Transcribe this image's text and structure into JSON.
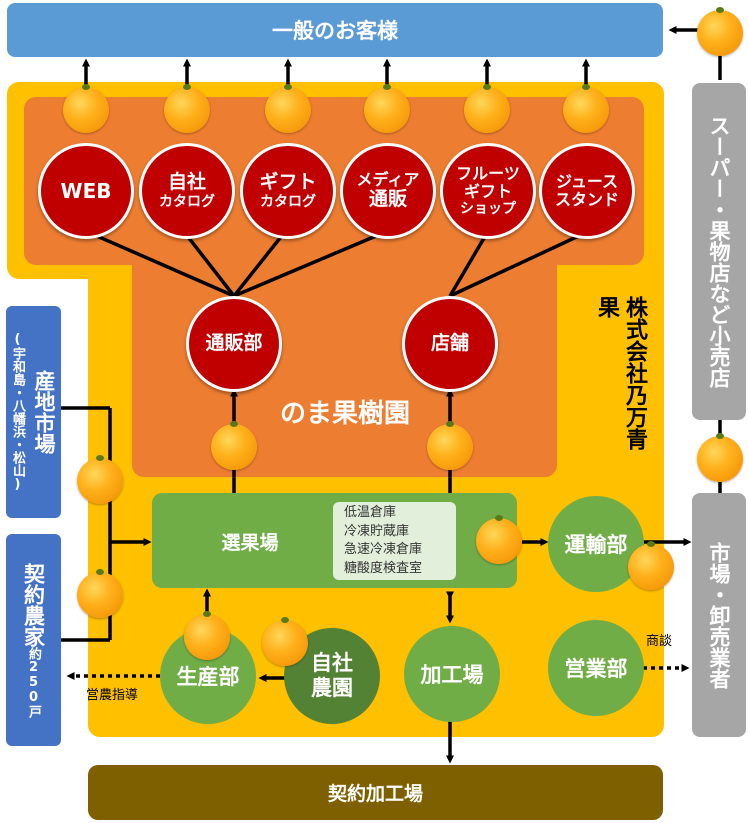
{
  "customers": "一般のお客様",
  "retail": "スーパー・果物店など小売店",
  "wholesale": "市場・卸売業者",
  "market": {
    "title": "産地市場",
    "sub": "(宇和島・八幡浜・松山)"
  },
  "farmers": {
    "title": "契約農家",
    "sub": "約250戸"
  },
  "contract_processing": "契約加工場",
  "company": "株式会社乃万青果",
  "orchard": "のま果樹園",
  "channels": [
    {
      "line1": "WEB",
      "line2": ""
    },
    {
      "line1": "自社",
      "line2": "カタログ"
    },
    {
      "line1": "ギフト",
      "line2": "カタログ"
    },
    {
      "line1": "メディア",
      "line2": "通販"
    },
    {
      "line1": "フルーツ",
      "line2": "ギフト",
      "line3": "ショップ"
    },
    {
      "line1": "ジュース",
      "line2": "スタンド"
    }
  ],
  "mail_order": "通販部",
  "store": "店舗",
  "sorting": "選果場",
  "facilities": [
    "低温倉庫",
    "冷凍貯蔵庫",
    "急速冷凍倉庫",
    "糖酸度検査室"
  ],
  "transport": "運輸部",
  "production": "生産部",
  "own_farm": "自社農園",
  "processing": "加工場",
  "sales": "営業部",
  "guidance_label": "営農指導",
  "negotiation_label": "商談",
  "colors": {
    "blue": "#5b9bd5",
    "gray": "#a6a6a6",
    "yellow": "#ffc000",
    "orange": "#ed7d31",
    "red": "#c00000",
    "green": "#70ad47",
    "darkgreen": "#548235",
    "brown": "#7f6000"
  }
}
